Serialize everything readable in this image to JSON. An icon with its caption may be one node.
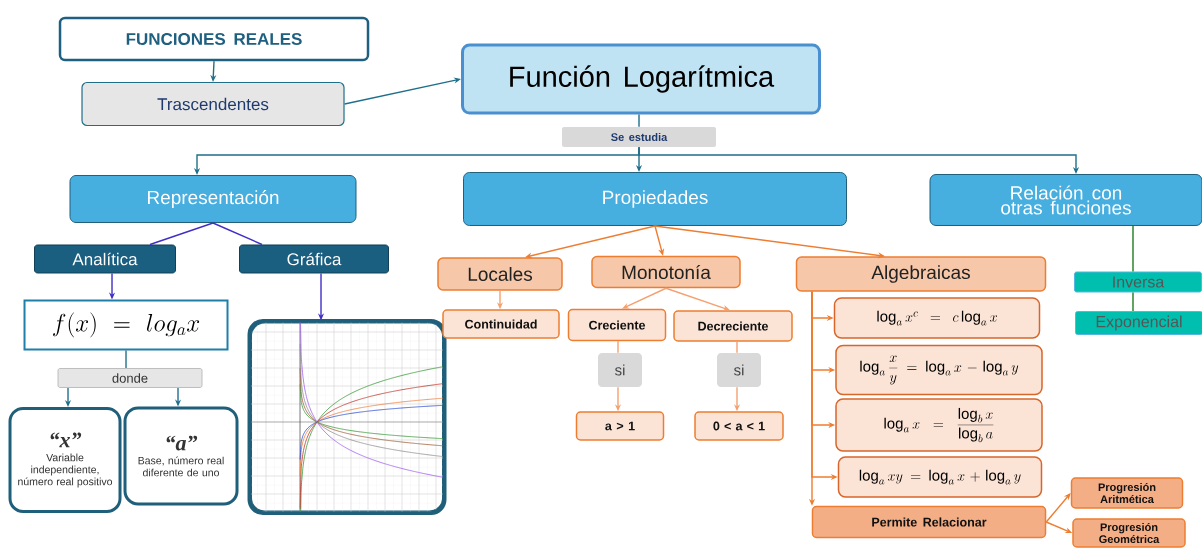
{
  "diagram": {
    "nodes": [
      {
        "text": [
          "FUNCIONES REALES"
        ]
      },
      {
        "text": [
          "Trascendentes"
        ]
      },
      {
        "text": [
          "Función Logarítmica"
        ]
      },
      {
        "text": [
          "Se estudia"
        ]
      },
      {
        "text": [
          "Representación"
        ]
      },
      {
        "text": [
          "Propiedades"
        ]
      },
      {
        "text": [
          "Relación con otras funciones"
        ]
      },
      {
        "text": [
          "Analítica"
        ]
      },
      {
        "text": [
          "Gráfica"
        ]
      },
      {
        "text": [
          "f(x) = log_{a} x"
        ]
      },
      {
        "text": [
          "donde"
        ]
      },
      {
        "text": [
          "“x”",
          "Variable independiente, número real positivo"
        ]
      },
      {
        "text": [
          "“a”",
          "Base, número real diferente de uno"
        ]
      },
      {
        "text": [],
        "shape": "picture"
      },
      {
        "text": [
          "Locales"
        ]
      },
      {
        "text": [
          "Monotonía"
        ]
      },
      {
        "text": [
          "Algebraicas"
        ]
      },
      {
        "text": [
          "Continuidad"
        ]
      },
      {
        "text": [
          "Creciente"
        ]
      },
      {
        "text": [
          "Decreciente"
        ]
      },
      {
        "text": [
          "si"
        ]
      },
      {
        "text": [
          "si"
        ]
      },
      {
        "text": [
          "a > 1"
        ]
      },
      {
        "text": [
          "0 < a < 1"
        ]
      },
      {
        "text": [
          "\\log_a x^c = c\\log_a x"
        ]
      },
      {
        "text": [
          "\\log_a \\frac{x}{y} = \\log_a x - \\log_a y"
        ]
      },
      {
        "text": [
          "\\log_a x = \\frac{\\log_b x}{\\log_b a}"
        ]
      },
      {
        "text": [
          "\\log_a xy = \\log_a x + \\log_a y"
        ]
      },
      {
        "text": [
          "Permite Relacionar"
        ]
      },
      {
        "text": [
          "Progresión Aritmética"
        ]
      },
      {
        "text": [
          "Progresión Geométrica"
        ]
      },
      {
        "text": [
          "Inversa"
        ]
      },
      {
        "text": [
          "Exponencial"
        ]
      }
    ],
    "edges": [
      {
        "from": 0,
        "to": 1,
        "arrow": "to",
        "color": "#1f6f8b"
      },
      {
        "from": 1,
        "to": 2,
        "arrow": "to",
        "color": "#1f6f8b"
      },
      {
        "from": 2,
        "to": 3,
        "arrow": "none",
        "color": "#1f6f8b"
      },
      {
        "from": 3,
        "to": 4,
        "arrow": "to",
        "color": "#1f6f8b"
      },
      {
        "from": 3,
        "to": 5,
        "arrow": "to",
        "color": "#1f6f8b"
      },
      {
        "from": 3,
        "to": 6,
        "arrow": "to",
        "color": "#1f6f8b"
      },
      {
        "from": 4,
        "to": 7,
        "arrow": "none",
        "color": "#3f2fc4"
      },
      {
        "from": 4,
        "to": 8,
        "arrow": "none",
        "color": "#3f2fc4"
      },
      {
        "from": 7,
        "to": 9,
        "arrow": "to",
        "color": "#3f2fc4"
      },
      {
        "from": 8,
        "to": 13,
        "arrow": "to",
        "color": "#3f2fc4"
      },
      {
        "from": 9,
        "to": 10,
        "arrow": "none",
        "color": "#1f6f8b"
      },
      {
        "from": 10,
        "to": 11,
        "arrow": "to",
        "color": "#1f6f8b"
      },
      {
        "from": 10,
        "to": 12,
        "arrow": "to",
        "color": "#1f6f8b"
      },
      {
        "from": 5,
        "to": 14,
        "arrow": "to"
      },
      {
        "from": 5,
        "to": 15,
        "arrow": "to"
      },
      {
        "from": 5,
        "to": 16,
        "arrow": "to"
      },
      {
        "from": 14,
        "to": 17,
        "arrow": "to",
        "color": "#f4a070"
      },
      {
        "from": 15,
        "to": 18,
        "arrow": "to",
        "color": "#f4a070"
      },
      {
        "from": 15,
        "to": 19,
        "arrow": "to",
        "color": "#f4a070"
      },
      {
        "from": 18,
        "to": 20,
        "arrow": "none",
        "color": "#f4a070"
      },
      {
        "from": 20,
        "to": 22,
        "arrow": "to",
        "color": "#f4a070"
      },
      {
        "from": 19,
        "to": 21,
        "arrow": "none",
        "color": "#f4a070"
      },
      {
        "from": 21,
        "to": 23,
        "arrow": "to",
        "color": "#f4a070"
      },
      {
        "from": 16,
        "to": 24,
        "arrow": "to"
      },
      {
        "from": 16,
        "to": 25,
        "arrow": "to"
      },
      {
        "from": 16,
        "to": 26,
        "arrow": "to"
      },
      {
        "from": 16,
        "to": 27,
        "arrow": "to"
      },
      {
        "from": 16,
        "to": 28,
        "arrow": "to"
      },
      {
        "from": 28,
        "to": 29,
        "arrow": "to"
      },
      {
        "from": 28,
        "to": 30,
        "arrow": "to"
      },
      {
        "from": 6,
        "to": 31,
        "arrow": "none",
        "color": "#1e7b1e"
      },
      {
        "from": 31,
        "to": 32,
        "arrow": "none",
        "color": "#1e7b1e"
      }
    ]
  }
}
